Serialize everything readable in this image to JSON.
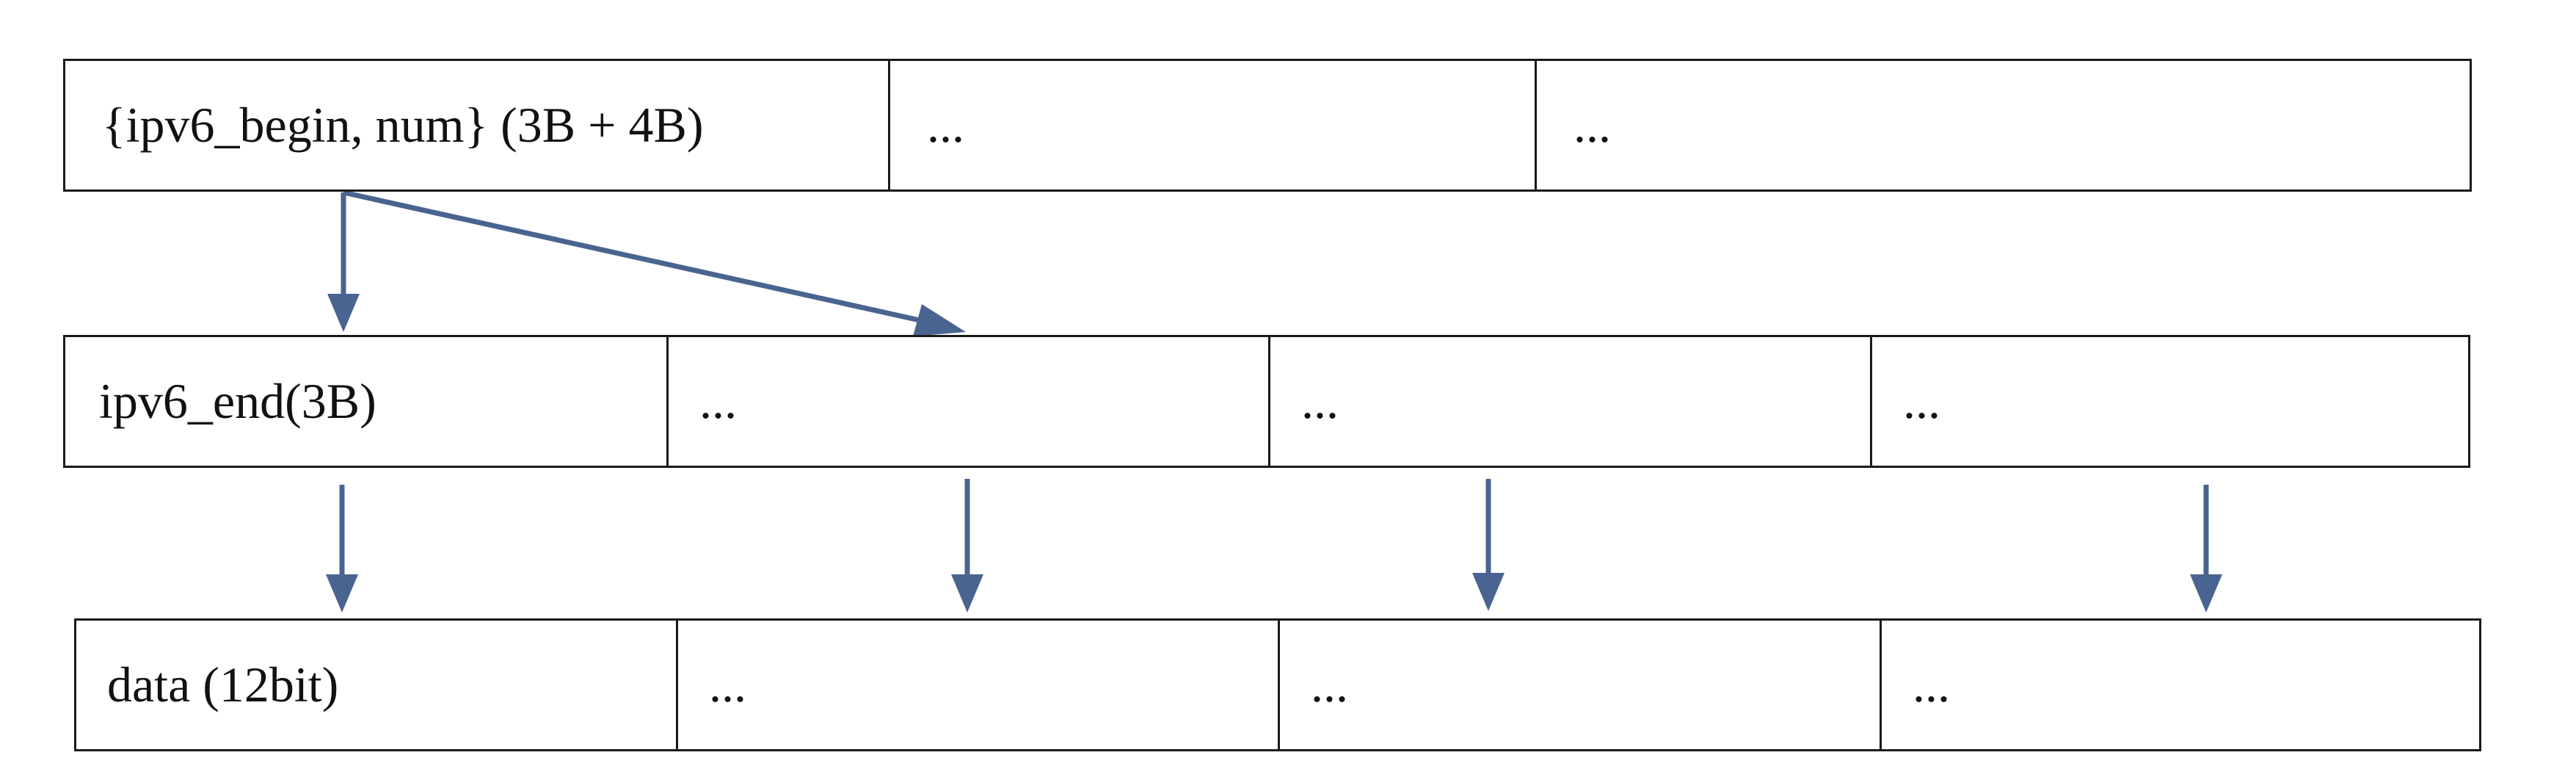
{
  "rows": {
    "top": {
      "cells": [
        "{ipv6_begin, num} (3B + 4B)",
        "...",
        "..."
      ]
    },
    "middle": {
      "cells": [
        "ipv6_end(3B)",
        "...",
        "...",
        "..."
      ]
    },
    "bottom": {
      "cells": [
        "data (12bit)",
        "...",
        "...",
        "..."
      ]
    }
  },
  "colors": {
    "arrow": "#4a6491",
    "border": "#1a1a1a",
    "text": "#111111",
    "background": "#ffffff"
  }
}
